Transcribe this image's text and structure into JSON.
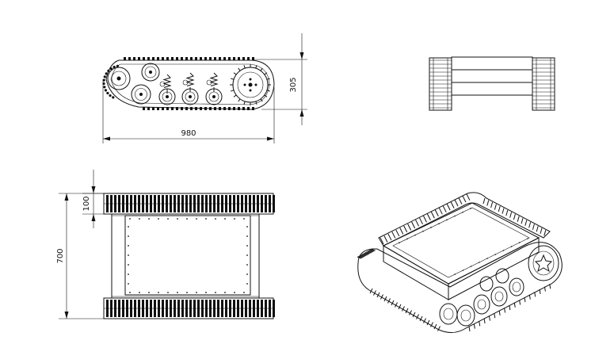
{
  "dimensions": {
    "side_length": "980",
    "side_height": "305",
    "plan_width": "700",
    "plan_track_width": "100"
  },
  "views": [
    {
      "name": "side-view",
      "icon": "tracked-chassis-side-elevation"
    },
    {
      "name": "front-view",
      "icon": "tracked-chassis-front-elevation"
    },
    {
      "name": "top-view",
      "icon": "tracked-chassis-plan"
    },
    {
      "name": "isometric-view",
      "icon": "tracked-chassis-isometric"
    }
  ],
  "colors": {
    "line": "#111111",
    "background": "#ffffff"
  }
}
